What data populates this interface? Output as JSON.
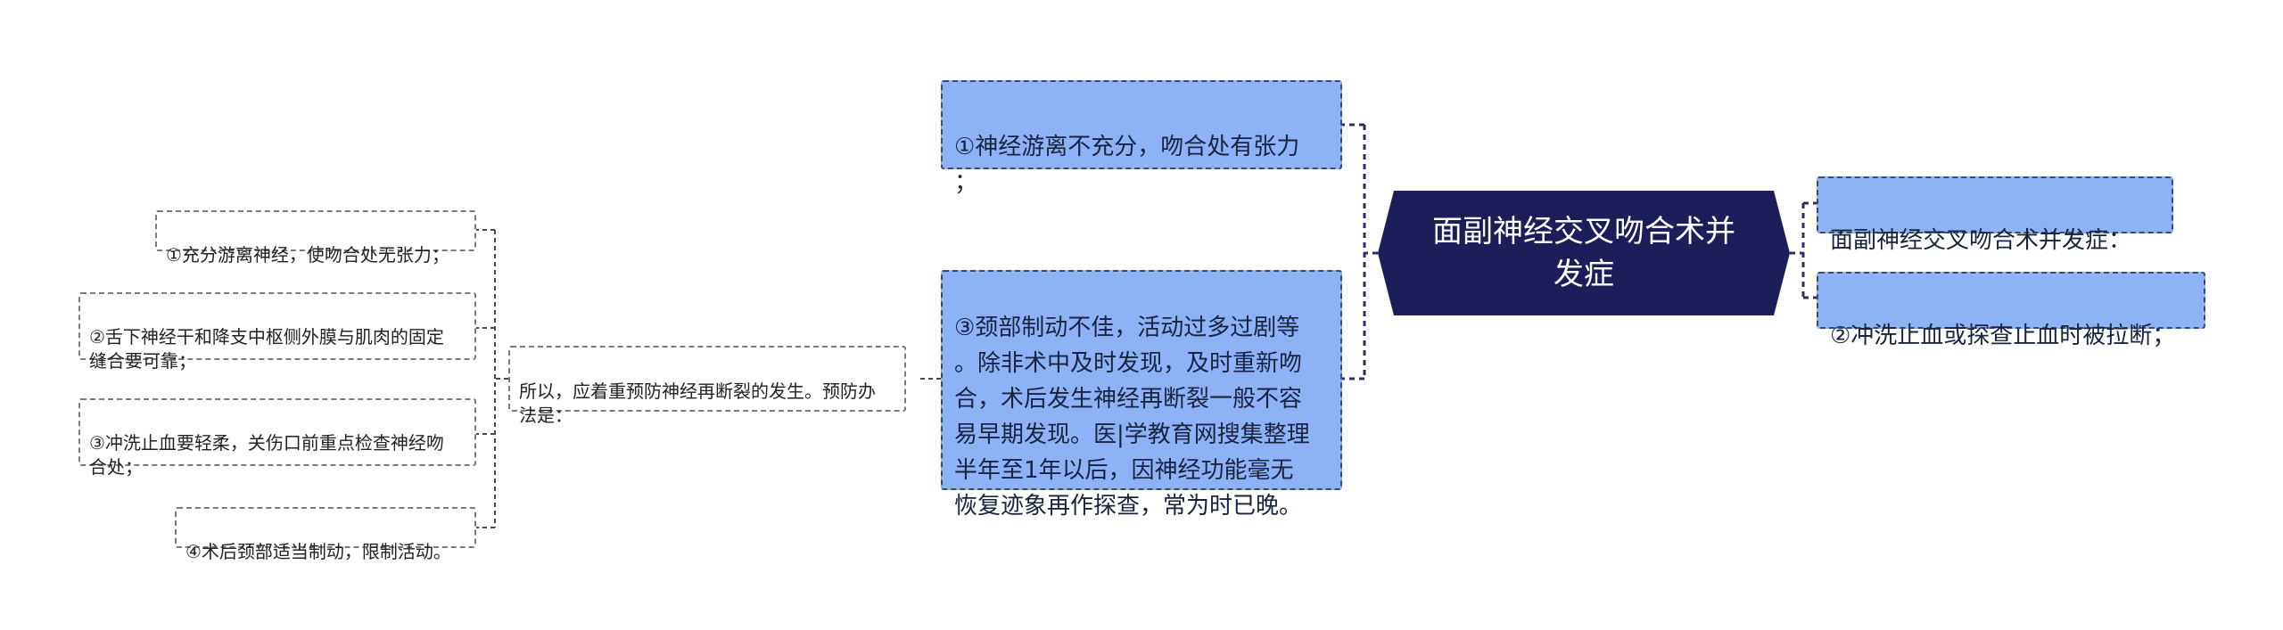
{
  "root": {
    "title": "面副神经交叉吻合术并发症"
  },
  "right": [
    {
      "text": "面副神经交叉吻合术并发症："
    },
    {
      "text": "②冲洗止血或探查止血时被拉断；"
    }
  ],
  "left": [
    {
      "text": "①神经游离不充分，吻合处有张力\n；"
    },
    {
      "text": "③颈部制动不佳，活动过多过剧等\n。除非术中及时发现，及时重新吻\n合，术后发生神经再断裂一般不容\n易早期发现。医|学教育网搜集整理\n半年至1年以后，因神经功能毫无\n恢复迹象再作探查，常为时已晚。"
    }
  ],
  "prevention": {
    "text": "所以，应着重预防神经再断裂的发生。预防办\n法是：",
    "items": [
      {
        "text": "①充分游离神经，使吻合处无张力；"
      },
      {
        "text": "②舌下神经干和降支中枢侧外膜与肌肉的固定\n缝合要可靠；"
      },
      {
        "text": "③冲洗止血要轻柔，关伤口前重点检查神经吻\n合处；"
      },
      {
        "text": "④术后颈部适当制动，限制活动。"
      }
    ]
  }
}
